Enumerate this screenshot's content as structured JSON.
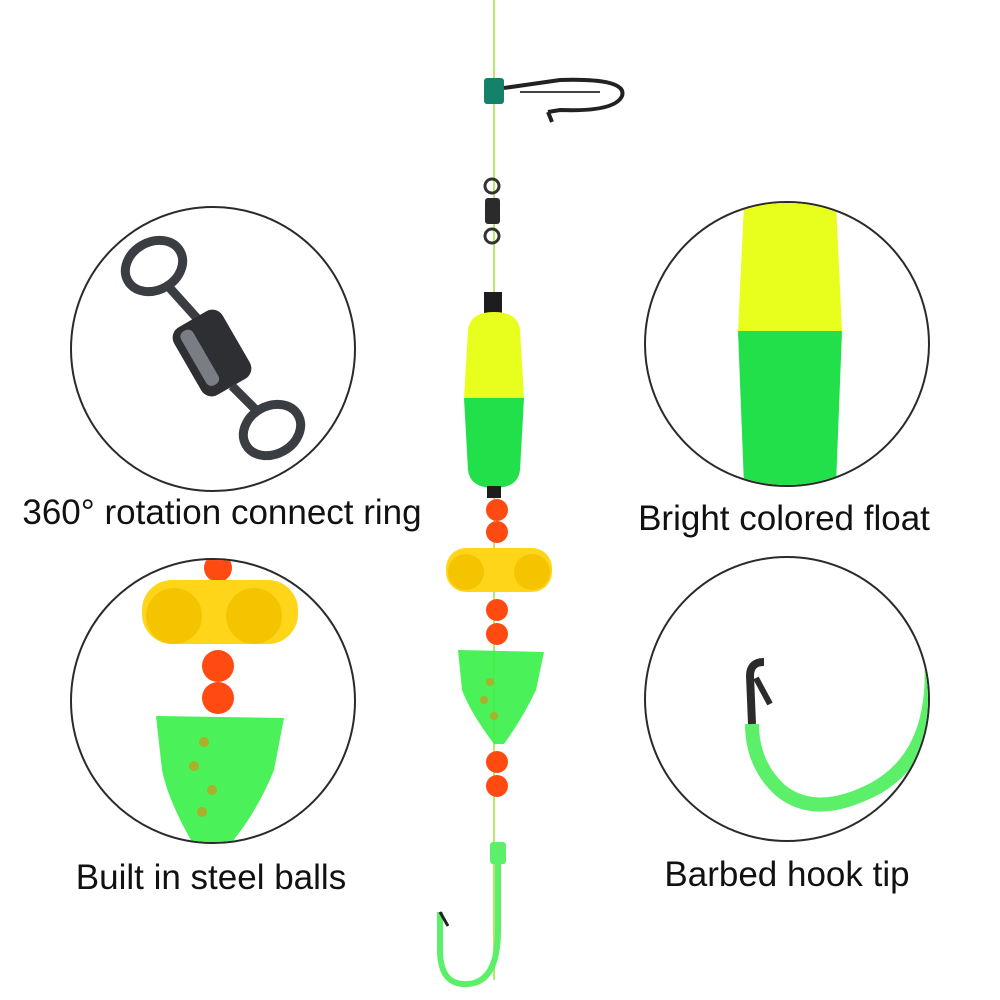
{
  "captions": {
    "swivel": "360° rotation connect ring",
    "float": "Bright colored float",
    "beads": "Built in steel balls",
    "hook": "Barbed hook tip"
  },
  "colors": {
    "float_yellow": "#e8ff1e",
    "float_green": "#22e04a",
    "bead_orange": "#ff4a12",
    "spinner_yellow": "#ffd51a",
    "blade_green": "#3cf04a",
    "line_green": "#b6e86a",
    "swivel_metal": "#3a3d42",
    "snap_tab": "#14826a"
  },
  "icons": [
    "swivel-icon",
    "float-icon",
    "bead-spinner-icon",
    "hook-icon",
    "snap-icon"
  ]
}
